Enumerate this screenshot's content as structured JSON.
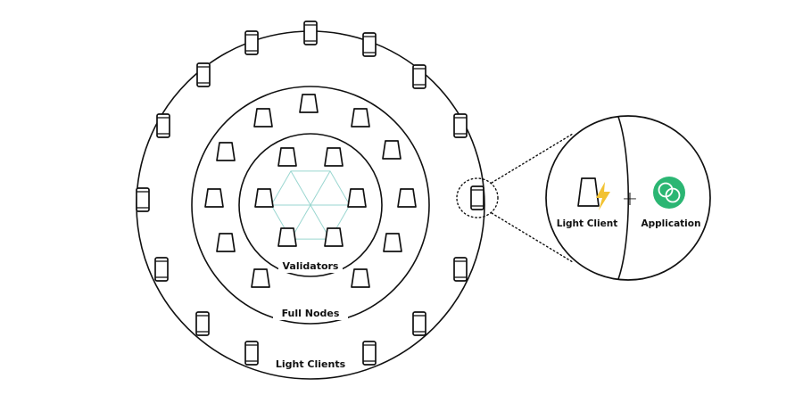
{
  "diagram": {
    "rings": {
      "validators": "Validators",
      "full_nodes": "Full Nodes",
      "light_clients": "Light Clients"
    },
    "callout": {
      "light_client_label": "Light Client",
      "plus_symbol": "+",
      "application_label": "Application"
    },
    "icons": {
      "validator_node": "node-icon",
      "full_node": "node-icon",
      "light_client_device": "phone-icon",
      "lightning": "lightning-icon",
      "application": "application-logo-icon"
    },
    "colors": {
      "stroke": "#111111",
      "hexagon_lines": "#9ad6d0",
      "lightning": "#f2c232",
      "application_green": "#2bb673"
    }
  }
}
